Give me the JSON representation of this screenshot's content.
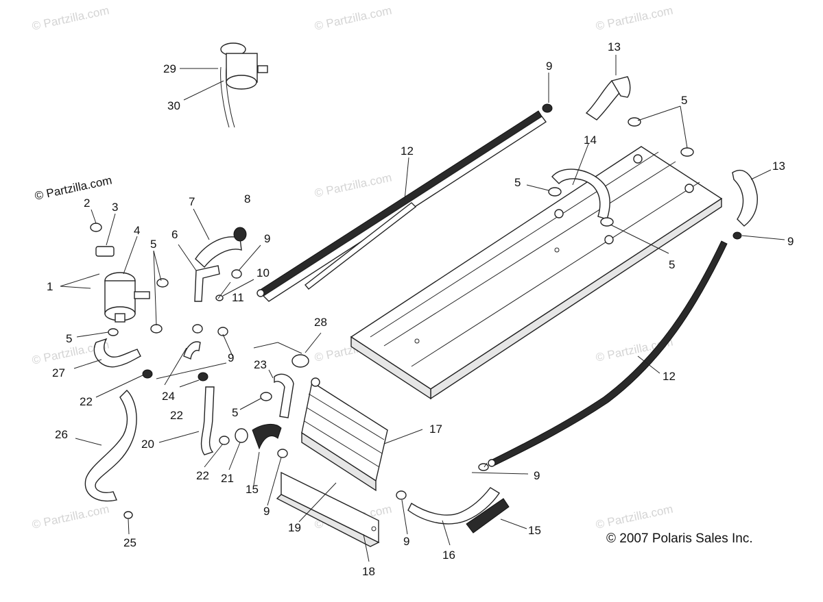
{
  "watermarks": {
    "repeated": "© Partzilla.com",
    "main": "© Partzilla.com"
  },
  "copyright": "© 2007 Polaris Sales Inc.",
  "callouts": {
    "c1": "1",
    "c2": "2",
    "c3": "3",
    "c4": "4",
    "c5a": "5",
    "c5b": "5",
    "c5c": "5",
    "c5d": "5",
    "c5e": "5",
    "c5f": "5",
    "c6": "6",
    "c7": "7",
    "c8": "8",
    "c9a": "9",
    "c9b": "9",
    "c9c": "9",
    "c9d": "9",
    "c9e": "9",
    "c9f": "9",
    "c9g": "9",
    "c10": "10",
    "c11": "11",
    "c12a": "12",
    "c12b": "12",
    "c13a": "13",
    "c13b": "13",
    "c14": "14",
    "c15a": "15",
    "c15b": "15",
    "c16": "16",
    "c17": "17",
    "c18": "18",
    "c19": "19",
    "c20": "20",
    "c21": "21",
    "c22a": "22",
    "c22b": "22",
    "c22c": "22",
    "c23": "23",
    "c24": "24",
    "c25": "25",
    "c26": "26",
    "c27": "27",
    "c28": "28",
    "c29": "29",
    "c30": "30"
  }
}
